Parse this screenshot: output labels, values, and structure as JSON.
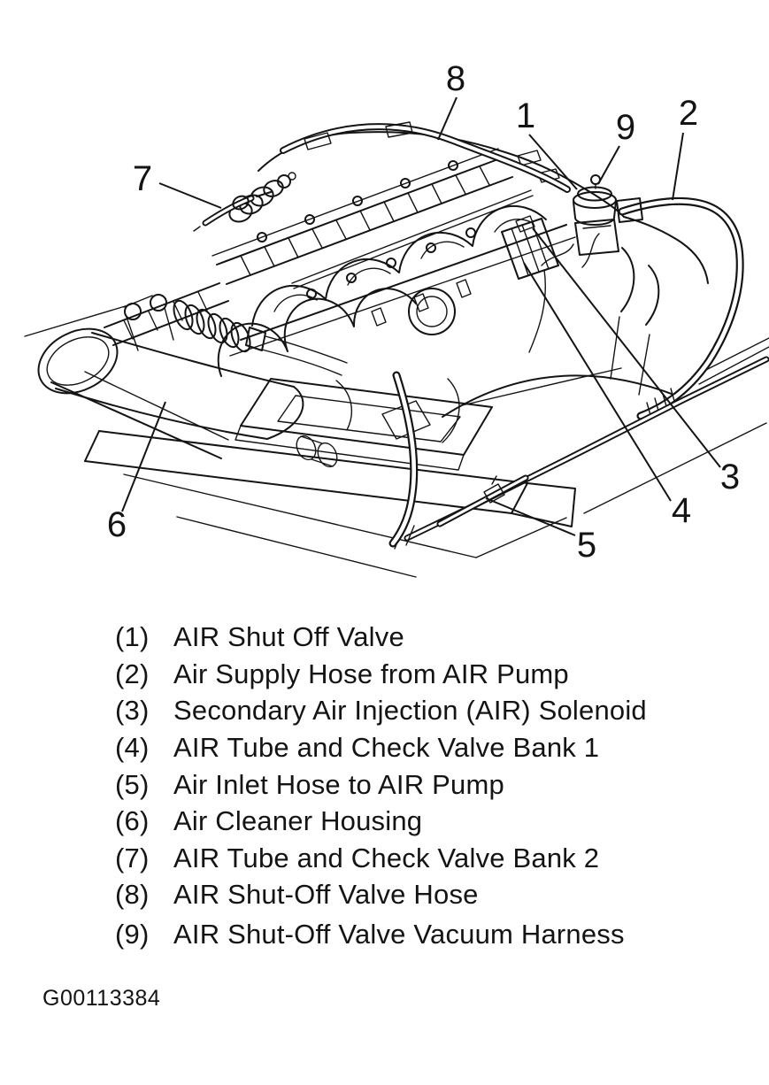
{
  "diagram": {
    "callout_numbers": [
      "1",
      "2",
      "3",
      "4",
      "5",
      "6",
      "7",
      "8",
      "9"
    ]
  },
  "legend": {
    "items": [
      {
        "num": "(1)",
        "label": "AIR Shut Off Valve"
      },
      {
        "num": "(2)",
        "label": "Air Supply Hose from AIR Pump"
      },
      {
        "num": "(3)",
        "label": "Secondary Air Injection (AIR) Solenoid"
      },
      {
        "num": "(4)",
        "label": "AIR Tube and Check Valve Bank 1"
      },
      {
        "num": "(5)",
        "label": "Air Inlet Hose to AIR Pump"
      },
      {
        "num": "(6)",
        "label": "Air Cleaner Housing"
      },
      {
        "num": "(7)",
        "label": "AIR Tube and Check Valve Bank 2"
      },
      {
        "num": "(8)",
        "label": "AIR Shut-Off Valve Hose"
      },
      {
        "num": "(9)",
        "label": "AIR Shut-Off Valve Vacuum Harness"
      }
    ]
  },
  "figure": {
    "code": "G00113384"
  },
  "colors": {
    "ink": "#141414",
    "paper": "#ffffff"
  }
}
